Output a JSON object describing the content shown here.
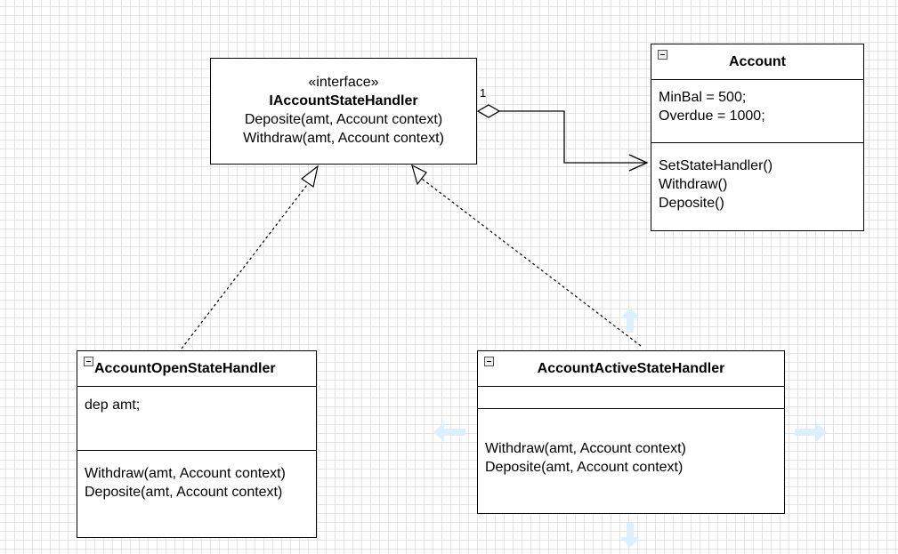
{
  "interface": {
    "stereotype": "«interface»",
    "name": "IAccountStateHandler",
    "methods": [
      "Deposite(amt, Account context)",
      "Withdraw(amt, Account context)"
    ]
  },
  "account": {
    "name": "Account",
    "attributes": [
      "MinBal = 500;",
      "Overdue = 1000;"
    ],
    "methods": [
      "SetStateHandler()",
      "Withdraw()",
      "Deposite()"
    ]
  },
  "open_handler": {
    "name": "AccountOpenStateHandler",
    "attributes": [
      "dep amt;"
    ],
    "methods": [
      "Withdraw(amt, Account context)",
      "Deposite(amt, Account context)"
    ]
  },
  "active_handler": {
    "name": "AccountActiveStateHandler",
    "attributes": [],
    "methods": [
      "Withdraw(amt, Account context)",
      "Deposite(amt, Account context)"
    ]
  },
  "association": {
    "multiplicity": "1"
  },
  "colors": {
    "grid": "#e4e4e4",
    "hint_arrow": "#dcefff",
    "stroke": "#000000"
  },
  "icons": [
    "collapse-icon",
    "arrow-up-hint-icon",
    "arrow-down-hint-icon",
    "arrow-left-hint-icon",
    "arrow-right-hint-icon"
  ]
}
